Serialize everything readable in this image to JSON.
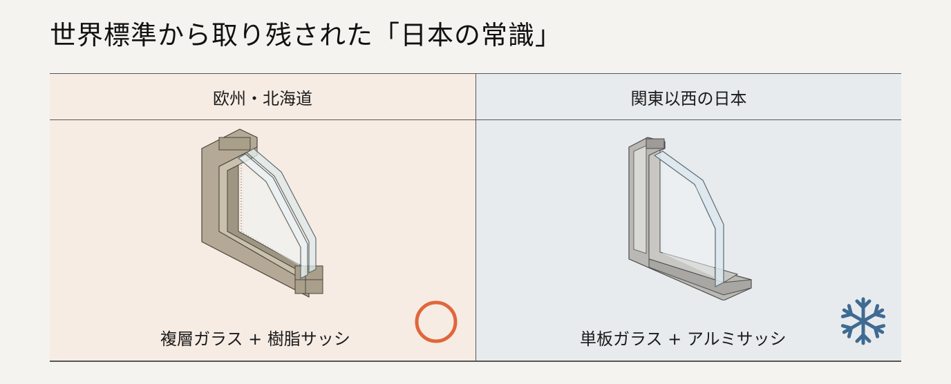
{
  "title": "世界標準から取り残された「日本の常識」",
  "columns": [
    {
      "header": "欧州・北海道",
      "caption": "複層ガラス + 樹脂サッシ",
      "illustration": "double-glazed-resin-window-frame",
      "mark": "circle-mark-icon",
      "mark_color": "#e0673b",
      "background": "#f7ece4"
    },
    {
      "header": "関東以西の日本",
      "caption": "単板ガラス + アルミサッシ",
      "illustration": "single-pane-aluminum-window-frame",
      "mark": "snowflake-icon",
      "mark_color": "#3f6b92",
      "background": "#e8ebee"
    }
  ]
}
